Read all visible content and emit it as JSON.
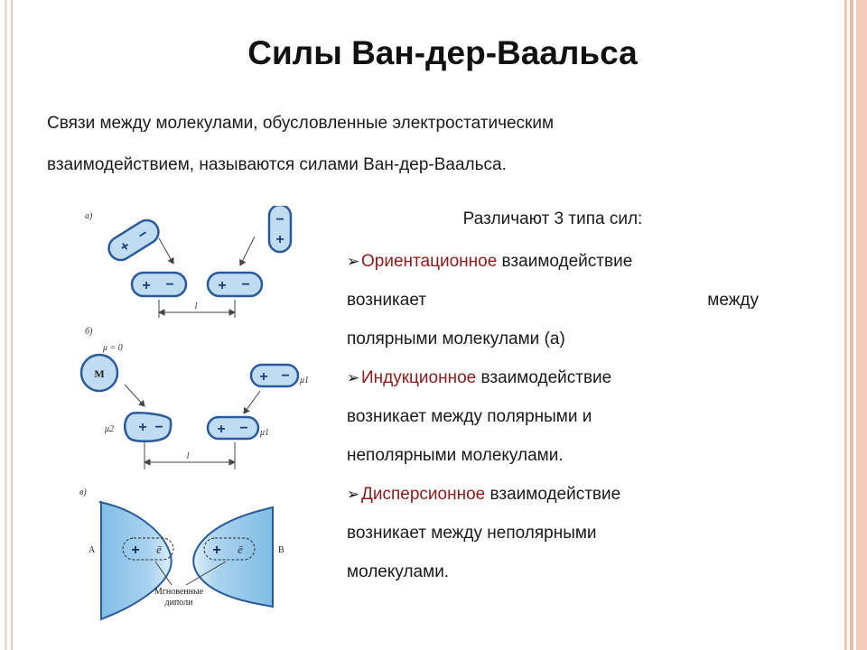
{
  "slide": {
    "title": "Силы Ван-дер-Ваальса",
    "intro_line1": "Связи между молекулами, обусловленные электростатическим",
    "intro_line2": "взаимодействием, называются силами Ван-дер-Ваальса."
  },
  "types": {
    "header": "Различают 3 типа сил:",
    "items": [
      {
        "term": "Ориентационное",
        "rest": " взаимодействие",
        "line2_left": "возникает",
        "line2_right": "между",
        "line3": "полярными молекулами (а)"
      },
      {
        "term": "Индукционное",
        "rest": " взаимодействие",
        "line2": "возникает между полярными и",
        "line3": "неполярными молекулами."
      },
      {
        "term": "Дисперсионное",
        "rest": " взаимодействие",
        "line2": "возникает между неполярными",
        "line3": "молекулами."
      }
    ]
  },
  "diagram": {
    "panel_a": "а)",
    "panel_b": "б)",
    "panel_c": "в)",
    "mu_zero": "μ = 0",
    "mu1": "μ1",
    "mu2": "μ2",
    "molecule_m": "М",
    "distance": "l",
    "plus": "+",
    "minus": "−",
    "electron": "ē",
    "body_a": "А",
    "body_b": "В",
    "caption_line1": "Мгновенные",
    "caption_line2": "диполи"
  },
  "colors": {
    "molecule_fill": "#bfdcf2",
    "molecule_stroke": "#2a5a9a",
    "term_color": "#8b1a1a",
    "stripe_accent": "#efb9a4"
  }
}
